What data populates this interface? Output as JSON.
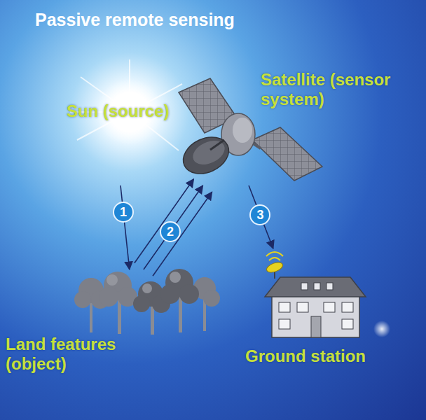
{
  "diagram": {
    "title": "Passive remote sensing",
    "nodes": [
      {
        "text": [
          "Sun (source)"
        ]
      },
      {
        "text": [
          "Satellite (sensor system)"
        ]
      },
      {
        "text": [
          "Land features (object)"
        ]
      },
      {
        "text": [
          "Ground station"
        ]
      }
    ],
    "edges": [
      {
        "from": 0,
        "to": 2,
        "arrow": "to",
        "label": "1"
      },
      {
        "from": 2,
        "to": 1,
        "arrow": "to",
        "label": "2"
      },
      {
        "from": 1,
        "to": 3,
        "arrow": "to",
        "label": "3"
      }
    ]
  }
}
